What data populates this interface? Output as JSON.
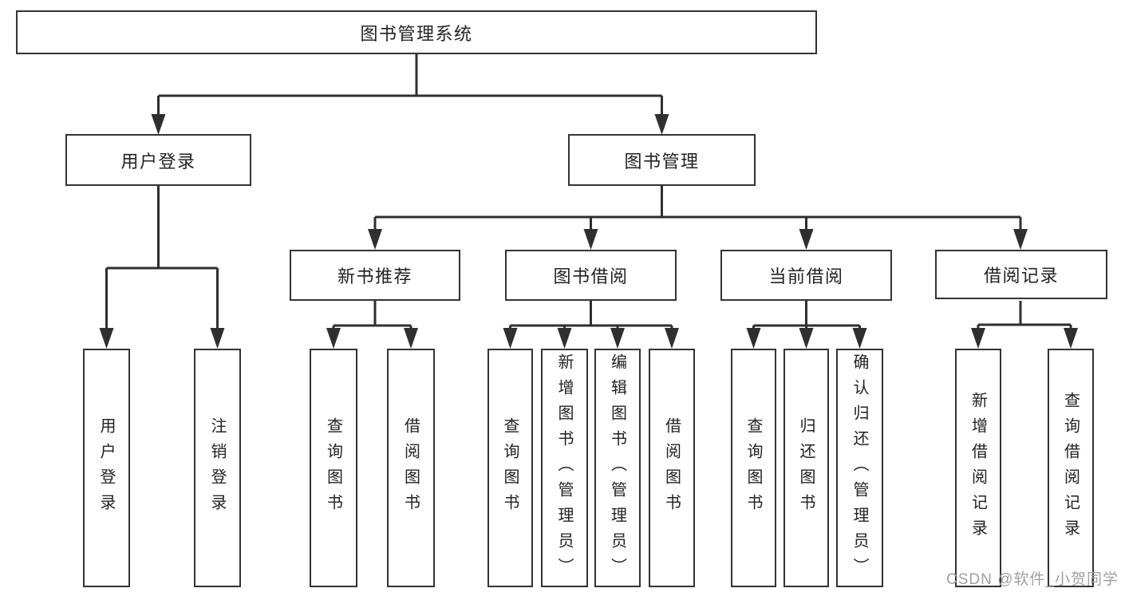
{
  "colors": {
    "line": "#2f2f2f",
    "border": "#333333",
    "text": "#222222",
    "watermark": "#a0a0a0",
    "background": "#ffffff"
  },
  "tree": {
    "root": {
      "label": "图书管理系统"
    },
    "user_login": {
      "label": "用户登录",
      "children": [
        {
          "label": "用户登录"
        },
        {
          "label": "注销登录"
        }
      ]
    },
    "book_management": {
      "label": "图书管理",
      "children": [
        {
          "label": "新书推荐",
          "children": [
            {
              "label": "查询图书"
            },
            {
              "label": "借阅图书"
            }
          ]
        },
        {
          "label": "图书借阅",
          "children": [
            {
              "label": "查询图书"
            },
            {
              "label": "新增图书（管理员）"
            },
            {
              "label": "编辑图书（管理员）"
            },
            {
              "label": "借阅图书"
            }
          ]
        },
        {
          "label": "当前借阅",
          "children": [
            {
              "label": "查询图书"
            },
            {
              "label": "归还图书"
            },
            {
              "label": "确认归还（管理员）"
            }
          ]
        },
        {
          "label": "借阅记录",
          "children": [
            {
              "label": "新增借阅记录"
            },
            {
              "label": "查询借阅记录"
            }
          ]
        }
      ]
    }
  },
  "watermark": {
    "text": "CSDN @软件_小贺同学"
  }
}
